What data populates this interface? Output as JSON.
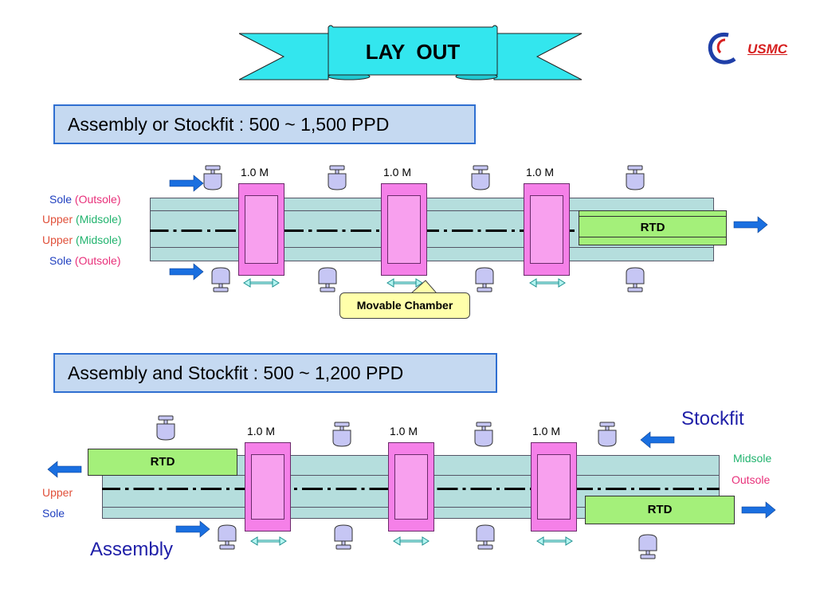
{
  "header": {
    "title": "LAY  OUT",
    "logo_text": "USMC",
    "colors": {
      "banner": "#33e6ee",
      "logo_red": "#d62020",
      "logo_blue": "#1f3fa8"
    }
  },
  "section1": {
    "heading": "Assembly or Stockfit : 500 ~ 1,500 PPD",
    "left_labels": [
      {
        "part": "Sole",
        "detail": "(Outsole)"
      },
      {
        "part": "Upper",
        "detail": "(Midsole)"
      },
      {
        "part": "Upper",
        "detail": "(Midsole)"
      },
      {
        "part": "Sole",
        "detail": "(Outsole)"
      }
    ],
    "meters": [
      "1.0 M",
      "1.0 M",
      "1.0 M"
    ],
    "rtd_label": "RTD",
    "callout": "Movable Chamber"
  },
  "section2": {
    "heading": "Assembly and Stockfit : 500 ~ 1,200 PPD",
    "meters": [
      "1.0 M",
      "1.0 M",
      "1.0 M"
    ],
    "rtd_left": "RTD",
    "rtd_right": "RTD",
    "stockfit_label": "Stockfit",
    "assembly_label": "Assembly",
    "right_labels": [
      "Midsole",
      "Outsole"
    ],
    "left_labels": [
      "Upper",
      "Sole"
    ]
  },
  "colors": {
    "conveyor": "#b5dedd",
    "chamber": "#f580e8",
    "rtd": "#a4f07a",
    "arrow": "#1a6fe0",
    "section_box": "#c5d9f1"
  }
}
